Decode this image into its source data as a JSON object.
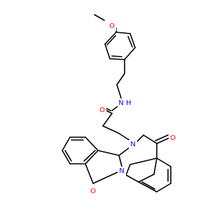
{
  "molecule": {
    "atoms": {
      "o_methoxy": {
        "symbol": "O",
        "color": "#ff0000"
      },
      "n_amide": {
        "symbol": "N",
        "color": "#0000ff",
        "hydrogen": "H"
      },
      "o_amide": {
        "symbol": "O",
        "color": "#ff0000"
      },
      "n_ring_top": {
        "symbol": "N",
        "color": "#0000ff"
      },
      "n_ring_bot": {
        "symbol": "N",
        "color": "#0000ff"
      },
      "o_ring_top": {
        "symbol": "O",
        "color": "#ff0000"
      },
      "o_ring_bot": {
        "symbol": "O",
        "color": "#ff0000"
      }
    },
    "bond_color": "#000000"
  }
}
